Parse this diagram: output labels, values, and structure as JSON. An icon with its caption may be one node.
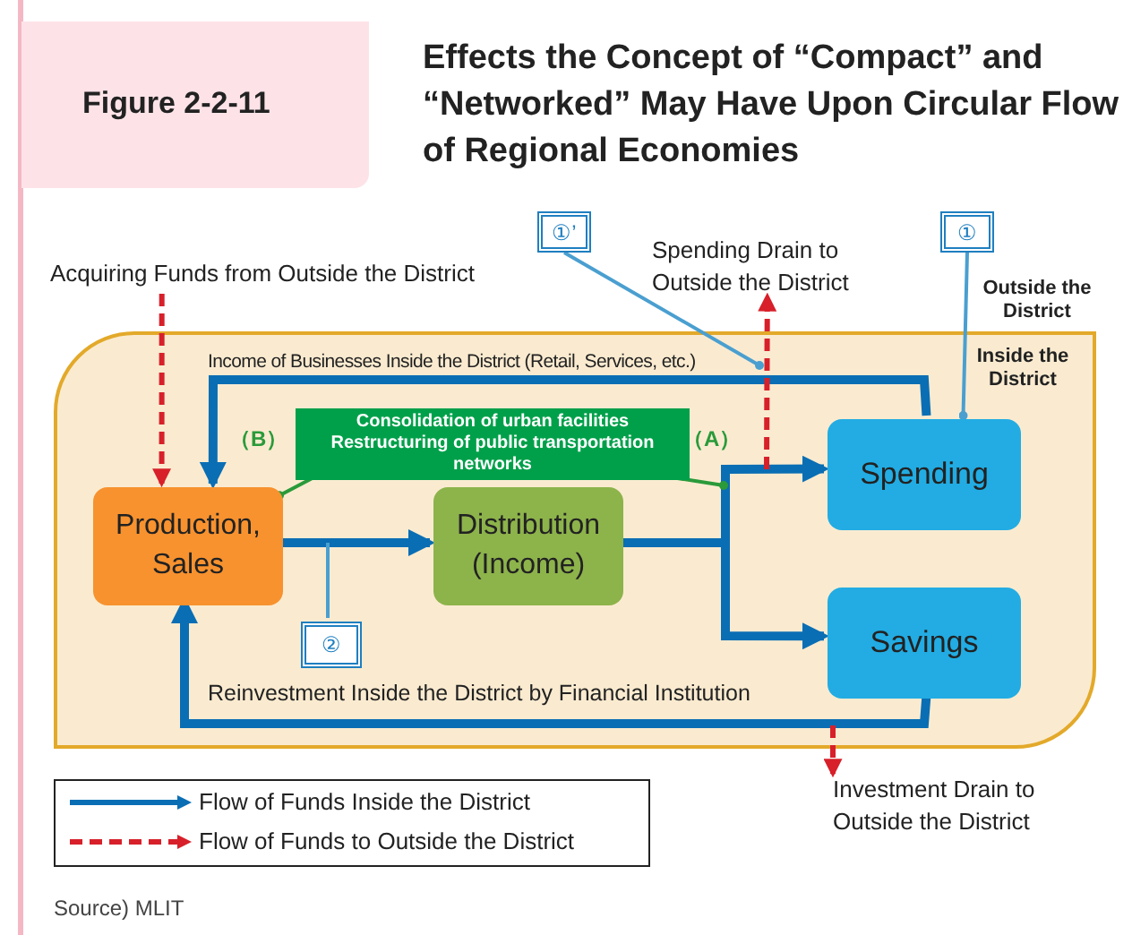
{
  "diagram": {
    "title": "Effects the Concept of “Compact” and “Networked” May Have Upon Circular Flow of Regional Economies",
    "caption": "Source) MLIT",
    "nodes": [
      {
        "text": [
          "Inside the District"
        ]
      },
      {
        "text": [
          "Production, Sales"
        ],
        "in": 0
      },
      {
        "text": [
          "Distribution (Income)"
        ],
        "in": 0
      },
      {
        "text": [
          "Spending"
        ],
        "in": 0
      },
      {
        "text": [
          "Savings"
        ],
        "in": 0
      },
      {
        "text": [
          "Consolidation of urban facilities",
          "Restructuring of public transportation networks"
        ],
        "in": 0
      },
      {
        "text": [
          "①’"
        ]
      },
      {
        "text": [
          "①"
        ]
      },
      {
        "text": [
          "②"
        ],
        "in": 0
      },
      {
        "text": [
          "Acquiring Funds from Outside the District"
        ]
      },
      {
        "text": [
          "Spending Drain to Outside the District"
        ]
      },
      {
        "text": [
          "Investment Drain to Outside the District"
        ]
      }
    ],
    "edges": [
      {
        "from": 1,
        "to": 2,
        "arrow": "to"
      },
      {
        "from": 2,
        "to": 3,
        "arrow": "to"
      },
      {
        "from": 2,
        "to": 4,
        "arrow": "to"
      },
      {
        "from": 3,
        "to": 1,
        "arrow": "to",
        "label": "Income of Businesses Inside the District (Retail, Services, etc.)"
      },
      {
        "from": 4,
        "to": 1,
        "arrow": "to",
        "label": "Reinvestment Inside the District by Financial Institution"
      },
      {
        "from": 9,
        "to": 1,
        "arrow": "to",
        "style": "dashed",
        "color": "#d7202a"
      },
      {
        "from": null,
        "to": 10,
        "arrow": "to",
        "style": "dashed",
        "color": "#d7202a"
      },
      {
        "from": null,
        "to": 11,
        "arrow": "to",
        "style": "dashed",
        "color": "#d7202a"
      },
      {
        "from": 6,
        "to": 0,
        "arrow": "other",
        "color": "#4a9fd0"
      },
      {
        "from": 7,
        "to": 3,
        "arrow": "other",
        "color": "#4a9fd0"
      },
      {
        "from": 8,
        "to": 0,
        "arrow": "none",
        "color": "#4a9fd0"
      },
      {
        "from": 5,
        "to": 1,
        "arrow": "other",
        "color": "#2a9a3a"
      },
      {
        "from": 5,
        "to": 0,
        "arrow": "other",
        "color": "#2a9a3a"
      }
    ],
    "labels": [
      "Figure 2-2-11",
      "Outside the District",
      "（B）",
      "（A）"
    ],
    "legend": [
      {
        "text": "Flow of Funds Inside the District"
      },
      {
        "text": "Flow of Funds to Outside the District"
      }
    ]
  }
}
